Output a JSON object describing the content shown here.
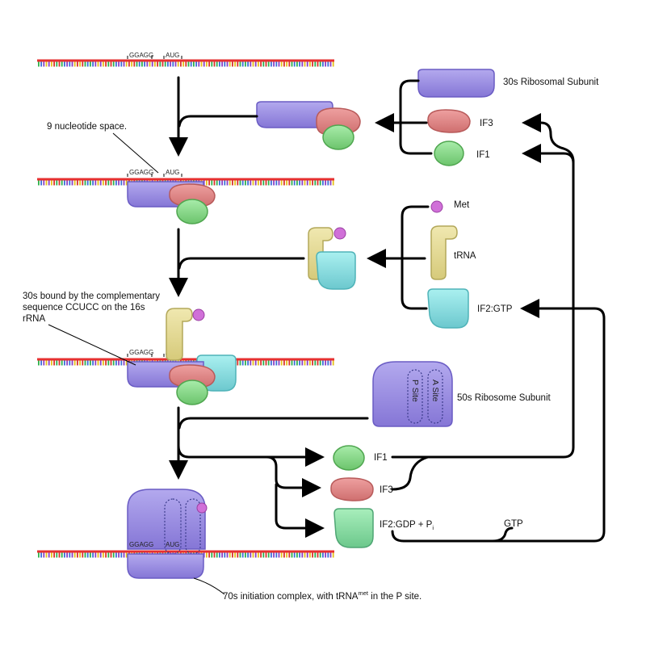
{
  "labels": {
    "mrna_seq1": "GGAGG",
    "mrna_seq2": "AUG",
    "subunit30s": "30s Ribosomal Subunit",
    "if3_top": "IF3",
    "if1_top": "IF1",
    "nine_nt": "9 nucleotide space.",
    "met": "Met",
    "trna": "tRNA",
    "if2gtp": "IF2:GTP",
    "bound_line1": "30s bound by the complementary",
    "bound_line2": "sequence CCUCC on the 16s",
    "bound_line3": "rRNA",
    "subunit50s": "50s Ribosome Subunit",
    "p_site": "P Site",
    "a_site": "A Site",
    "if1_bottom": "IF1",
    "if3_bottom": "IF3",
    "if2gdp_main": "IF2:GDP + P",
    "if2gdp_sub": "i",
    "gtp": "GTP",
    "complex_pre": "70s initiation complex, with tRNA",
    "complex_sup": "met",
    "complex_post": " in the P site."
  },
  "colors": {
    "subunit_fill": "#9b8fe0",
    "subunit_stroke": "#6a5cc4",
    "if3_fill": "#e08a8a",
    "if3_stroke": "#b85a5a",
    "if1_fill": "#8fdc8f",
    "if1_stroke": "#4fa64f",
    "trna_fill": "#e6dc96",
    "trna_stroke": "#b3a85a",
    "if2_fill": "#8fe0e0",
    "if2_stroke": "#4fb3b8",
    "met_fill": "#d070d8",
    "if2gdp_fill": "#8fdcaa",
    "mrna_backbone": "#e63030"
  }
}
